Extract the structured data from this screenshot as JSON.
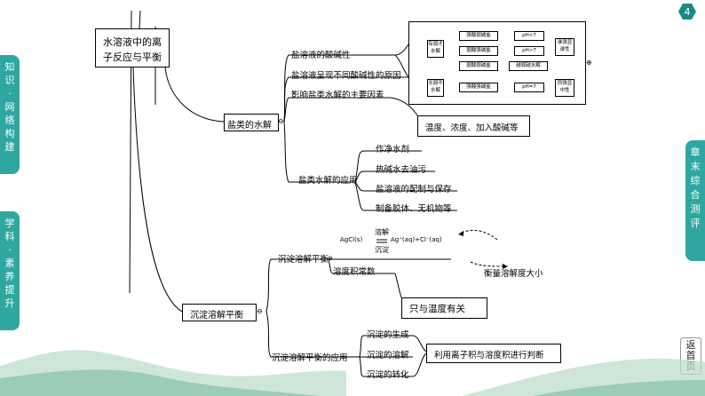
{
  "page_number": "4",
  "left_tabs": {
    "top": "知 识·网 络 构 建",
    "bottom": "学 科·素 养 提 升"
  },
  "right_tabs": {
    "top": "章 末 综 合 测 评",
    "return": "返首页"
  },
  "root": {
    "line1": "水溶液中的离",
    "line2": "子反应与平衡"
  },
  "hydrolysis": {
    "label": "盐类的水解",
    "sub1": "盐溶液的酸碱性",
    "sub2": "盐溶液呈现不同酸碱性的原因",
    "sub3": "影响盐类水解的主要因素",
    "factors": "温度、浓度、加入酸碱等",
    "app_label": "盐类水解的应用",
    "apps": [
      "作净水剂",
      "热碱水去油污",
      "盐溶液的配制与保存",
      "制备胶体、无机物等"
    ],
    "table": {
      "row_a": "有弱才水解",
      "row_b": "无弱不水解",
      "salts": [
        "强酸弱碱盐",
        "弱酸强碱盐",
        "弱酸弱碱盐",
        "强酸强碱盐"
      ],
      "ph": [
        "pH<7",
        "pH>7",
        "pH=7"
      ],
      "mid": "越弱越水解",
      "res1": "谁强显谁性",
      "res2": "同强显中性"
    }
  },
  "precip": {
    "label": "沉淀溶解平衡",
    "sub1": "沉淀溶解平衡",
    "eq_left": "AgCl(s)",
    "eq_top": "溶解",
    "eq_bottom": "沉淀",
    "eq_right": "Ag⁺(aq)+Cl⁻(aq)",
    "ksp": "溶度积常数",
    "ksp_note": "衡量溶解度大小",
    "ksp_temp": "只与温度有关",
    "app_label": "沉淀溶解平衡的应用",
    "apps": [
      "沉淀的生成",
      "沉淀的溶解",
      "沉淀的转化"
    ],
    "judge": "利用离子积与溶度积进行判断"
  },
  "minus_sign": "⊖",
  "plus_sign": "⊕"
}
